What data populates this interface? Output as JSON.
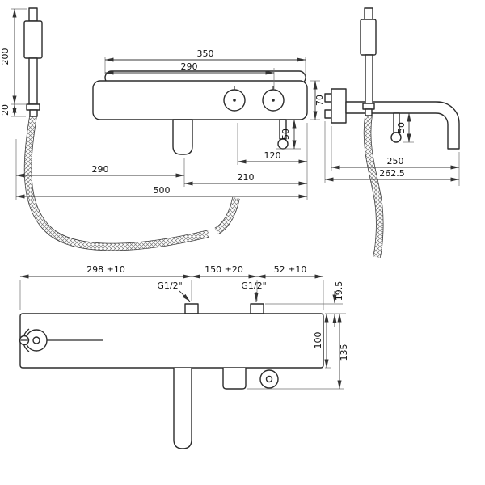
{
  "front": {
    "dim_height": "200",
    "dim_nut": "20",
    "dim_top_width": "350",
    "dim_plate_width": "290",
    "dim_body_height": "70",
    "dim_hook_drop": "50",
    "dim_handle_offset": "120",
    "dim_spout_offset": "290",
    "dim_right_section": "210",
    "dim_total_width": "500"
  },
  "side": {
    "dim_hook_drop": "50",
    "dim_spout_reach": "250",
    "dim_total_depth": "262.5"
  },
  "bottom": {
    "dim_left_section": "298 ±10",
    "dim_mid_section": "150 ±20",
    "dim_right_section": "52 ±10",
    "dim_inlet_height": "19.5",
    "dim_body_depth": "100",
    "dim_total_depth": "135",
    "thread_label_1": "G1/2\"",
    "thread_label_2": "G1/2\""
  }
}
